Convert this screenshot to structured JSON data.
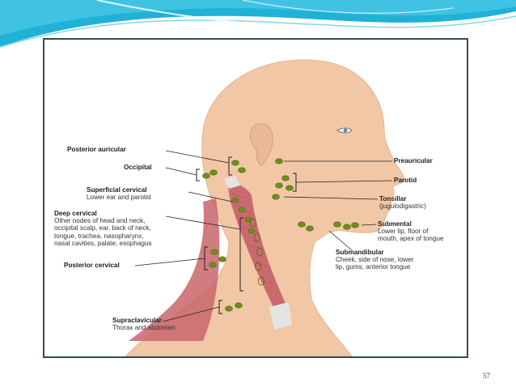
{
  "slide": {
    "page_number": "57",
    "accent_color": "#1bb3d8",
    "frame_color": "#2e4f52"
  },
  "diagram": {
    "node_color": "#6f8f1b",
    "muscle_color": "#c96a6e",
    "skin_color": "#f1c7a5",
    "labels": {
      "posterior_auricular": {
        "title": "Posterior auricular"
      },
      "occipital": {
        "title": "Occipital"
      },
      "superficial_cervical": {
        "title": "Superficial cervical",
        "desc": "Lower ear and parotid"
      },
      "deep_cervical": {
        "title": "Deep cervical",
        "desc_lines": [
          "Other nodes of head and neck,",
          "occipital scalp, ear, back of neck,",
          "tongue, trachea, nasopharynx,",
          "nasal cavities, palate, esophagus"
        ]
      },
      "posterior_cervical": {
        "title": "Posterior cervical"
      },
      "supraclavicular": {
        "title": "Supraclavicular",
        "desc": "Thorax and abdomen"
      },
      "preauricular": {
        "title": "Preauricular"
      },
      "parotid": {
        "title": "Parotid"
      },
      "tonsillar": {
        "title": "Tonsillar",
        "desc": "(jugulodigastric)"
      },
      "submental": {
        "title": "Submental",
        "desc_lines": [
          "Lower lip, floor of",
          "mouth, apex of tongue"
        ]
      },
      "submandibular": {
        "title": "Submandibular",
        "desc_lines": [
          "Cheek, side of nose, lower",
          "lip, gums, anterior tongue"
        ]
      }
    }
  }
}
